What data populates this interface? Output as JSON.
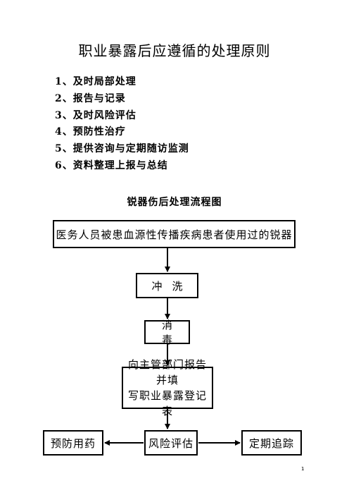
{
  "document": {
    "title": "职业暴露后应遵循的处理原则",
    "principles": [
      "1、及时局部处理",
      "2、报告与记录",
      "3、及时风险评估",
      "4、预防性治疗",
      "5、提供咨询与定期随访监测",
      "6、资料整理上报与总结"
    ],
    "flowchart": {
      "title": "锐器伤后处理流程图",
      "nodes": {
        "source": "医务人员被患血源性传播疾病患者使用过的锐器",
        "wash": "冲洗",
        "disinfect": "消毒",
        "report_line1": "向主管部门报告并填",
        "report_line2": "写职业暴露登记表",
        "prevent": "预防用药",
        "risk": "风险评估",
        "follow": "定期追踪"
      }
    },
    "page_number": "1"
  }
}
